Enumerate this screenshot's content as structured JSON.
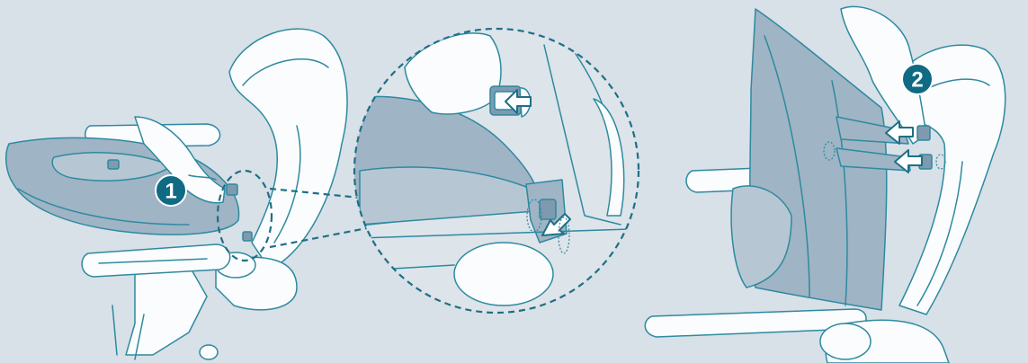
{
  "steps": [
    {
      "number": "1"
    },
    {
      "number": "2"
    }
  ],
  "colors": {
    "background": "#d8e0e8",
    "line": "#2d8aa0",
    "fabric": "#9fb4c4",
    "badge": "#0f6a84",
    "arrow_fill": "#ffffff"
  },
  "icons": [
    "arrow-icon",
    "clip-icon",
    "magnify-callout"
  ]
}
